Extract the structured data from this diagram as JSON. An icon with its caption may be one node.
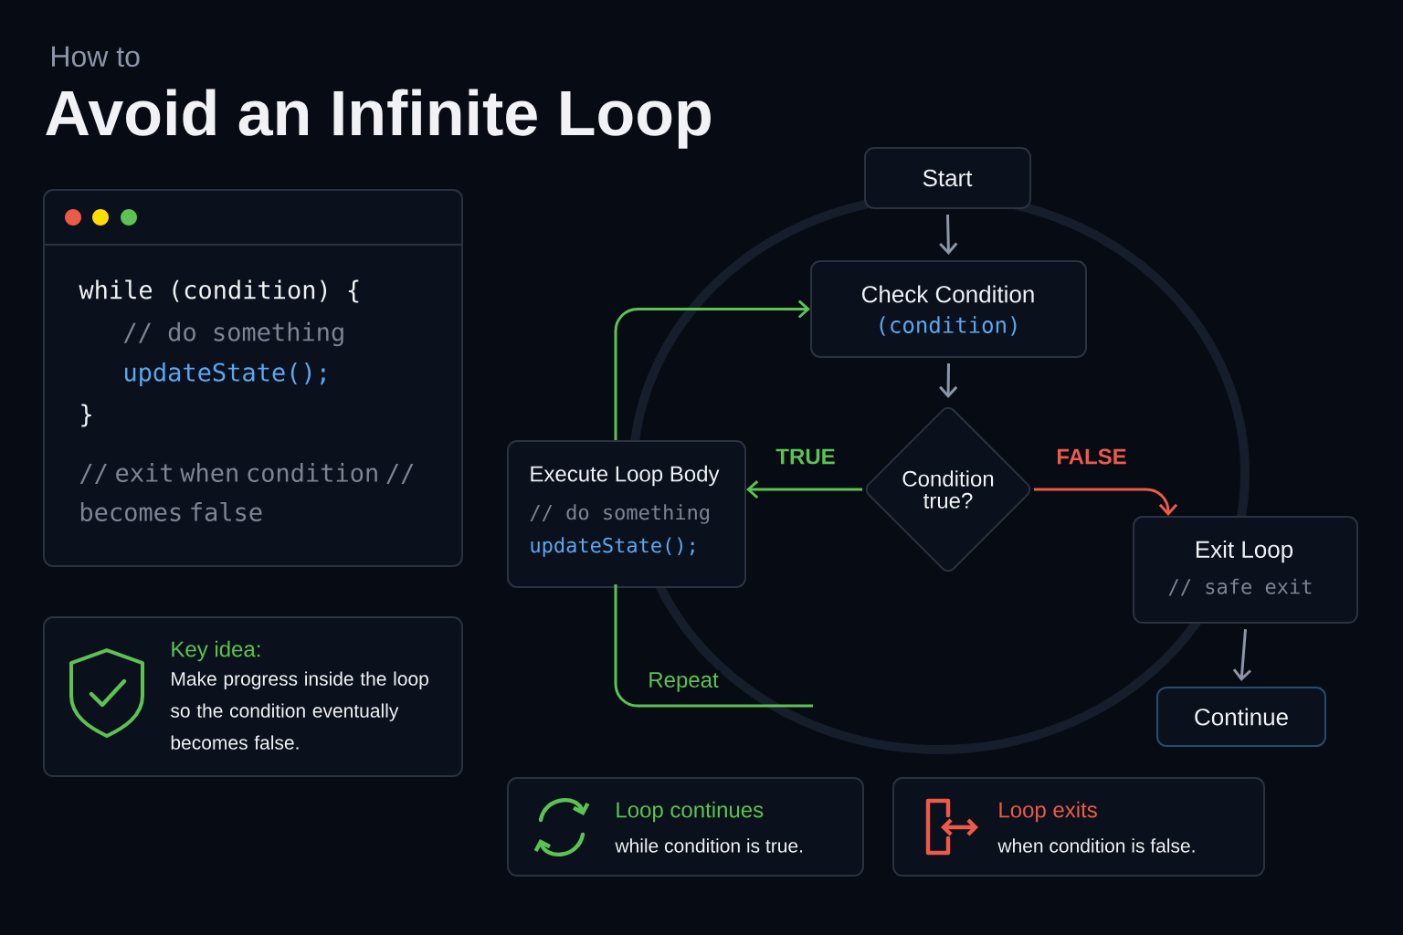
{
  "diagram": {
    "title": "Avoid an Infinite Loop",
    "nodes": [
      {
        "text": [
          "while (condition) {",
          "// do something",
          "updateState();",
          "}",
          "// exit when condition // becomes false"
        ]
      },
      {
        "text": [
          "Key idea:",
          "Make progress inside the loop so the condition eventually becomes false."
        ]
      },
      {
        "text": [
          "Start"
        ]
      },
      {
        "text": [
          "Check Condition",
          "(condition)"
        ]
      },
      {
        "text": [
          "Condition true?"
        ]
      },
      {
        "text": [
          "Execute Loop Body",
          "// do something",
          "updateState();"
        ]
      },
      {
        "text": [
          "Exit Loop",
          "// safe exit"
        ]
      },
      {
        "text": [
          "Continue"
        ]
      },
      {
        "text": [
          "Loop continues",
          "while condition is true."
        ]
      },
      {
        "text": [
          "Loop exits",
          "when condition is false."
        ]
      }
    ],
    "edges": [
      {
        "from": 2,
        "to": 3,
        "arrow": "to"
      },
      {
        "from": 3,
        "to": 4,
        "arrow": "to"
      },
      {
        "from": 4,
        "to": 5,
        "arrow": "to",
        "label": "TRUE",
        "color": "#5cc352"
      },
      {
        "from": 4,
        "to": 6,
        "arrow": "to",
        "label": "FALSE",
        "color": "#ec5a4a"
      },
      {
        "from": 5,
        "to": 3,
        "arrow": "to",
        "color": "#5cc352"
      },
      {
        "from": 5,
        "to": null,
        "arrow": "none",
        "label": "Repeat",
        "color": "#5cc352"
      },
      {
        "from": 6,
        "to": 7,
        "arrow": "to"
      }
    ],
    "labels": [
      "How to"
    ]
  }
}
